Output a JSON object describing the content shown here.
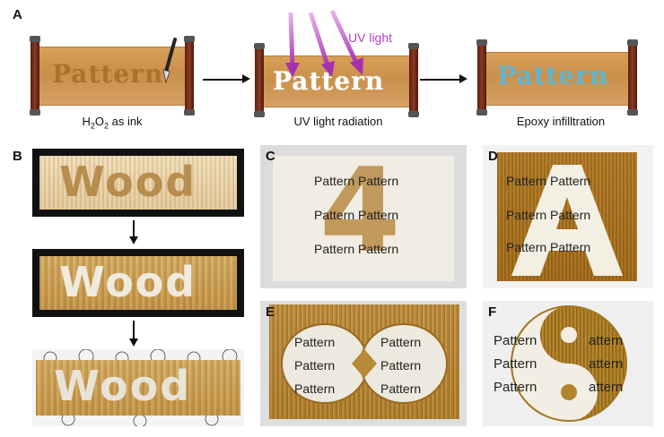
{
  "panels": {
    "A": "A",
    "B": "B",
    "C": "C",
    "D": "D",
    "E": "E",
    "F": "F"
  },
  "panel_a": {
    "scroll_word": "Pattern",
    "uv_label": "UV light",
    "caption_1_main": "H",
    "caption_1_sub1": "2",
    "caption_1_mid": "O",
    "caption_1_sub2": "2",
    "caption_1_tail": " as ink",
    "caption_2": "UV light radiation",
    "caption_3": "Epoxy infilltration",
    "colors": {
      "ink_text": "#b07a2a",
      "white_text": "#ffffff",
      "cyan_text": "#5fb6d0",
      "uv": "#b63fc0"
    }
  },
  "panel_b": {
    "word": "Wood"
  },
  "panel_c": {
    "digit": "4",
    "lines": [
      "Pattern Pattern",
      "Pattern Pattern",
      "Pattern Pattern"
    ]
  },
  "panel_d": {
    "letter": "A",
    "lines": [
      "Pattern Pattern",
      "Pattern Pattern",
      "Pattern Pattern"
    ]
  },
  "panel_e": {
    "left": [
      "Pattern",
      "Pattern",
      "Pattern"
    ],
    "right": [
      "Pattern",
      "Pattern",
      "Pattern"
    ]
  },
  "panel_f": {
    "left": [
      "Pattern",
      "Pattern",
      "Pattern"
    ],
    "right": [
      "attern",
      "attern",
      "attern"
    ]
  }
}
